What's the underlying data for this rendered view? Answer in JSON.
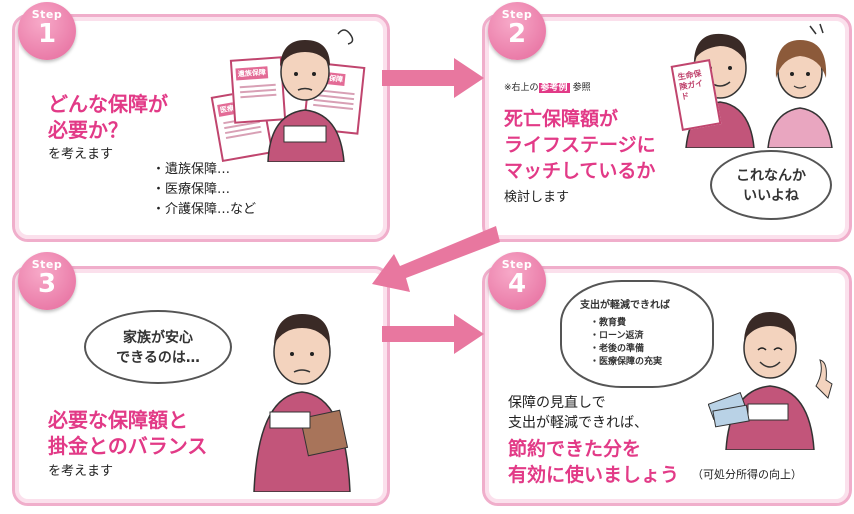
{
  "colors": {
    "accent": "#e23a87",
    "panel_border": "#f0aecb",
    "badge": "#e56a9c"
  },
  "step_word": "Step",
  "step1": {
    "number": "1",
    "title1": "どんな保障が",
    "title2": "必要か？",
    "sub": "を考えます",
    "list": [
      "・遺族保障…",
      "・医療保障…",
      "・介護保障…など"
    ],
    "cards": [
      "遺族保障",
      "医療保障",
      "介護保障"
    ]
  },
  "step2": {
    "number": "2",
    "note_prefix": "※右上の",
    "note_tag": "参考例",
    "note_suffix": "参照",
    "title1": "死亡保障額が",
    "title2": "ライフステージに",
    "title3": "マッチしているか",
    "sub": "検討します",
    "bubble1": "これなんか",
    "bubble2": "いいよね",
    "book": "生命保険ガイド"
  },
  "step3": {
    "number": "3",
    "bubble1": "家族が安心",
    "bubble2": "できるのは…",
    "title1": "必要な保障額と",
    "title2": "掛金とのバランス",
    "sub": "を考えます"
  },
  "step4": {
    "number": "4",
    "bubble_title": "支出が軽減できれば",
    "bubble_items": [
      "・教育費",
      "・ローン返済",
      "・老後の準備",
      "・医療保障の充実"
    ],
    "line1": "保障の見直しで",
    "line2": "支出が軽減できれば、",
    "title1": "節約できた分を",
    "title2": "有効に使いましょう",
    "suffix": "（可処分所得の向上）"
  }
}
